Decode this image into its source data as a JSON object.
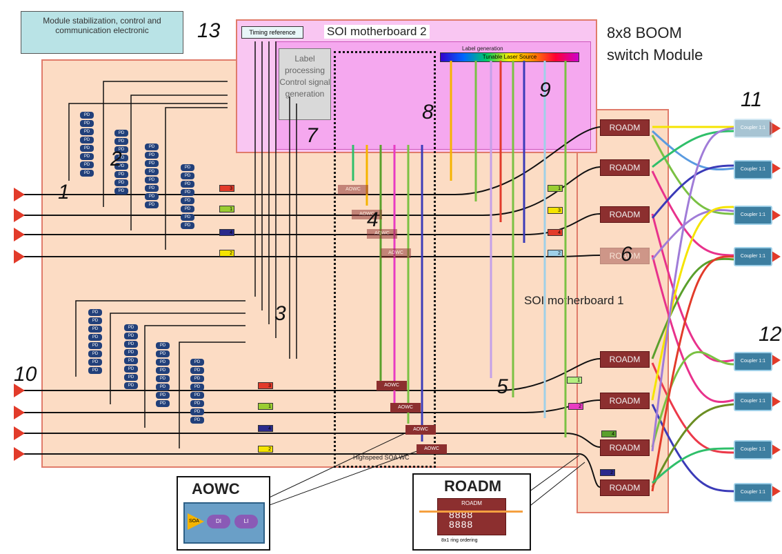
{
  "title": "8x8 BOOM switch Module",
  "labels": {
    "electronics": "Module stabilization, control and communication electronic",
    "timing": "Timing reference",
    "mb2": "SOI motherboard 2",
    "mb1": "SOI motherboard 1",
    "label_gen": "Label generation",
    "laser": "Tunable Laser Source",
    "label_proc": "Label processing Control signal generation",
    "soa_wc": "Highspeed SOA WC",
    "aowc_title": "AOWC",
    "roadm_title": "ROADM",
    "roadm_inner": "ROADM",
    "ring": "8x1 ring ordering",
    "aowc_block": "AOWC",
    "roadm_block": "ROADM",
    "coupler": "Coupler 1:1",
    "pd": "PD",
    "soa": "SOA",
    "di": "DI",
    "li": "LI"
  },
  "numbers": [
    "1",
    "2",
    "3",
    "4",
    "5",
    "6",
    "7",
    "8",
    "9",
    "10",
    "11",
    "12",
    "13"
  ],
  "tags": [
    "1",
    "2",
    "3",
    "4"
  ],
  "colors": {
    "module_bg": "#fcdcc4",
    "module_border": "#e07b6a",
    "mb2_bg": "#f9c6f2",
    "electronics_bg": "#b9e3e6",
    "roadm": "#8c2f2f",
    "coupler": "#3d7ea0",
    "input_arrow": "#e23b2a",
    "pd": "#22407a"
  }
}
